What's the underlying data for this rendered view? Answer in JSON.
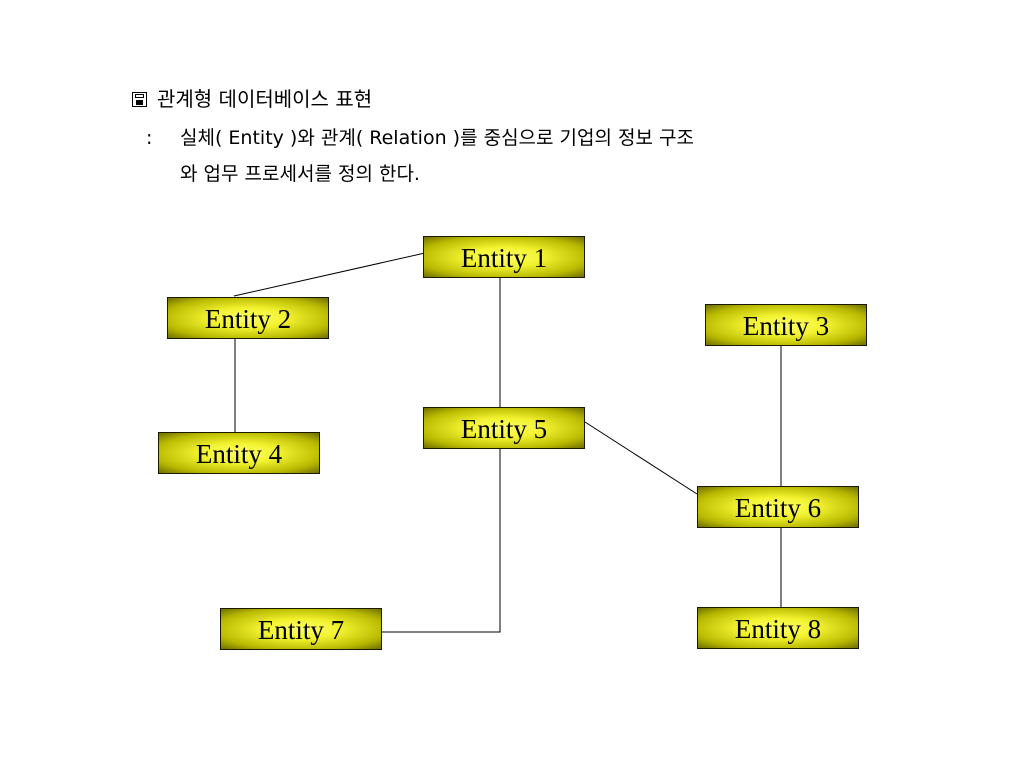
{
  "heading": {
    "icon": "save-icon",
    "title": "관계형 데이터베이스 표현"
  },
  "description": {
    "bullet": ":",
    "line1": "실체( Entity )와 관계( Relation )를 중심으로 기업의 정보 구조",
    "line2": "와 업무 프로세서를 정의 한다."
  },
  "entities": [
    {
      "id": "e1",
      "label": "Entity 1"
    },
    {
      "id": "e2",
      "label": "Entity 2"
    },
    {
      "id": "e3",
      "label": "Entity 3"
    },
    {
      "id": "e4",
      "label": "Entity 4"
    },
    {
      "id": "e5",
      "label": "Entity 5"
    },
    {
      "id": "e6",
      "label": "Entity 6"
    },
    {
      "id": "e7",
      "label": "Entity 7"
    },
    {
      "id": "e8",
      "label": "Entity 8"
    }
  ],
  "relations": [
    {
      "from": "Entity 2",
      "to": "Entity 1"
    },
    {
      "from": "Entity 1",
      "to": "Entity 5"
    },
    {
      "from": "Entity 2",
      "to": "Entity 4"
    },
    {
      "from": "Entity 5",
      "to": "Entity 6"
    },
    {
      "from": "Entity 3",
      "to": "Entity 6"
    },
    {
      "from": "Entity 6",
      "to": "Entity 8"
    },
    {
      "from": "Entity 5",
      "to": "Entity 7"
    }
  ],
  "colors": {
    "entity_fill": "#e6e620",
    "line": "#000000"
  }
}
